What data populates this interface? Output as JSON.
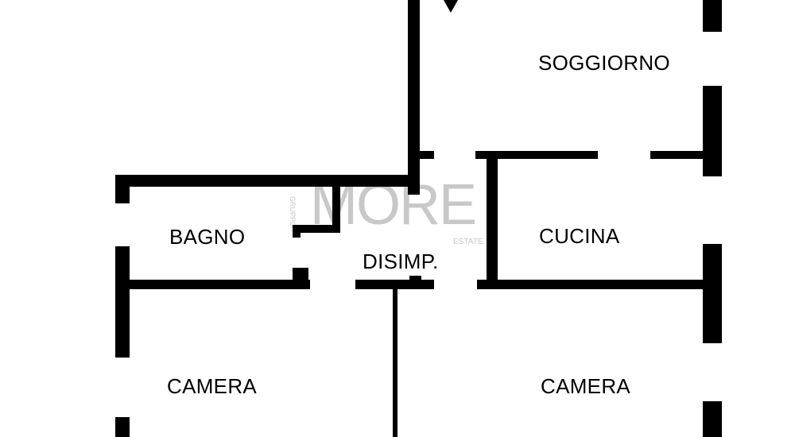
{
  "rooms": {
    "soggiorno": "SOGGIORNO",
    "bagno": "BAGNO",
    "disimpegno": "DISIMP.",
    "cucina": "CUCINA",
    "camera_left": "CAMERA",
    "camera_right": "CAMERA"
  },
  "watermark": {
    "vertical": "GRUPPO",
    "main": "MORE",
    "sub": "ESTATE"
  },
  "colors": {
    "wall": "#000000",
    "watermark": "#c8c8c8",
    "background": "#ffffff"
  }
}
